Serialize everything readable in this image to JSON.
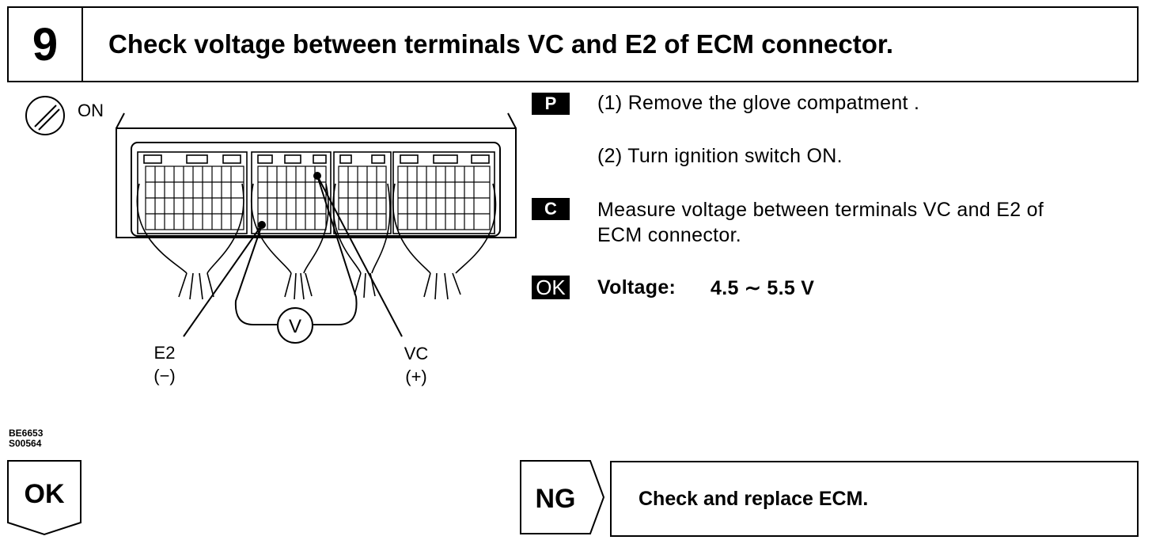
{
  "step": {
    "number": "9",
    "title": "Check voltage between terminals VC and E2 of ECM connector."
  },
  "diagram": {
    "switch_label": "ON",
    "meter_label": "V",
    "e2_label": "E2",
    "e2_polarity": "(−)",
    "vc_label": "VC",
    "vc_polarity": "(+)",
    "figure_codes": [
      "BE6653",
      "S00564"
    ]
  },
  "instructions": {
    "prepare_badge": "P",
    "step1": "(1) Remove the glove compatment .",
    "step2": "(2) Turn ignition switch ON.",
    "check_badge": "C",
    "check_line1": "Measure voltage between terminals VC and E2 of",
    "check_line2": "ECM connector.",
    "ok_badge": "OK",
    "ok_label": "Voltage:",
    "ok_value": "4.5 ∼ 5.5 V"
  },
  "outcomes": {
    "ok_label": "OK",
    "ng_label": "NG",
    "ng_action": "Check and replace ECM."
  }
}
